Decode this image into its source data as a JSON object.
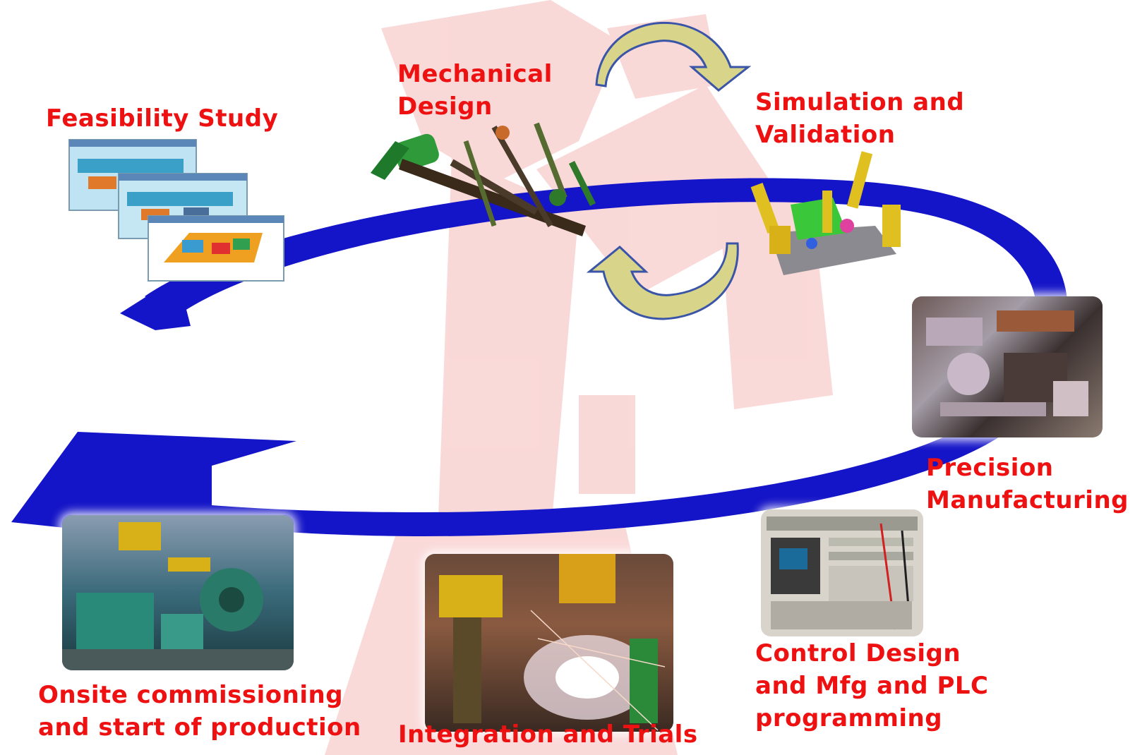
{
  "diagram": {
    "steps": [
      {
        "id": "feasibility",
        "lines": [
          "Feasibility Study"
        ],
        "icon": "screenshots-stack"
      },
      {
        "id": "mechanical",
        "lines": [
          "Mechanical",
          "Design"
        ],
        "icon": "cad-fixture-model"
      },
      {
        "id": "simulation",
        "lines": [
          "Simulation and",
          "Validation"
        ],
        "icon": "robot-cell-simulation"
      },
      {
        "id": "precision",
        "lines": [
          "Precision",
          "Manufacturing"
        ],
        "icon": "machined-parts-photo"
      },
      {
        "id": "control",
        "lines": [
          "Control Design",
          "and Mfg and PLC",
          "programming"
        ],
        "icon": "control-panel-photo"
      },
      {
        "id": "integration",
        "lines": [
          "Integration and Trials"
        ],
        "icon": "welding-robot-photo"
      },
      {
        "id": "commissioning",
        "lines": [
          "Onsite commissioning",
          "and start of production"
        ],
        "icon": "production-line-photo"
      }
    ],
    "colors": {
      "label": "#ee1111",
      "cycle_arrow": "#1414c8",
      "loop_arrow_fill": "#d8d48a",
      "loop_arrow_outline": "#3a55a8",
      "watermark": "#f7caca"
    }
  }
}
